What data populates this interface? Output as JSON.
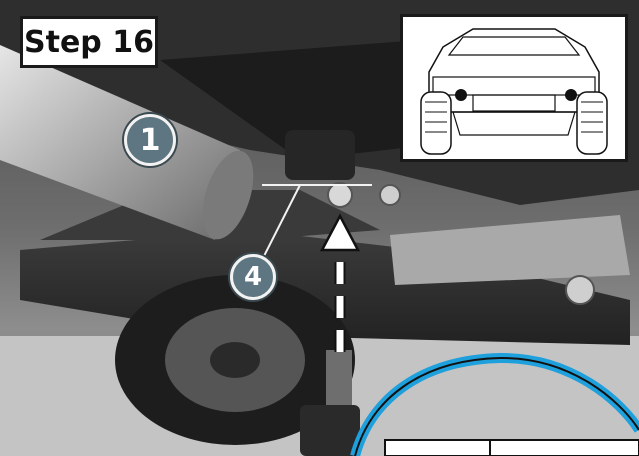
{
  "step_label": "Step 16",
  "callouts": {
    "part_1": "1",
    "part_4": "4"
  },
  "colors": {
    "callout": "#5e7681",
    "arrow": "#ffffff",
    "ring": "#1ea0dc"
  },
  "icons": {
    "inset": "vehicle-rear-view-diagram",
    "arrow": "dashed-up-arrow"
  }
}
